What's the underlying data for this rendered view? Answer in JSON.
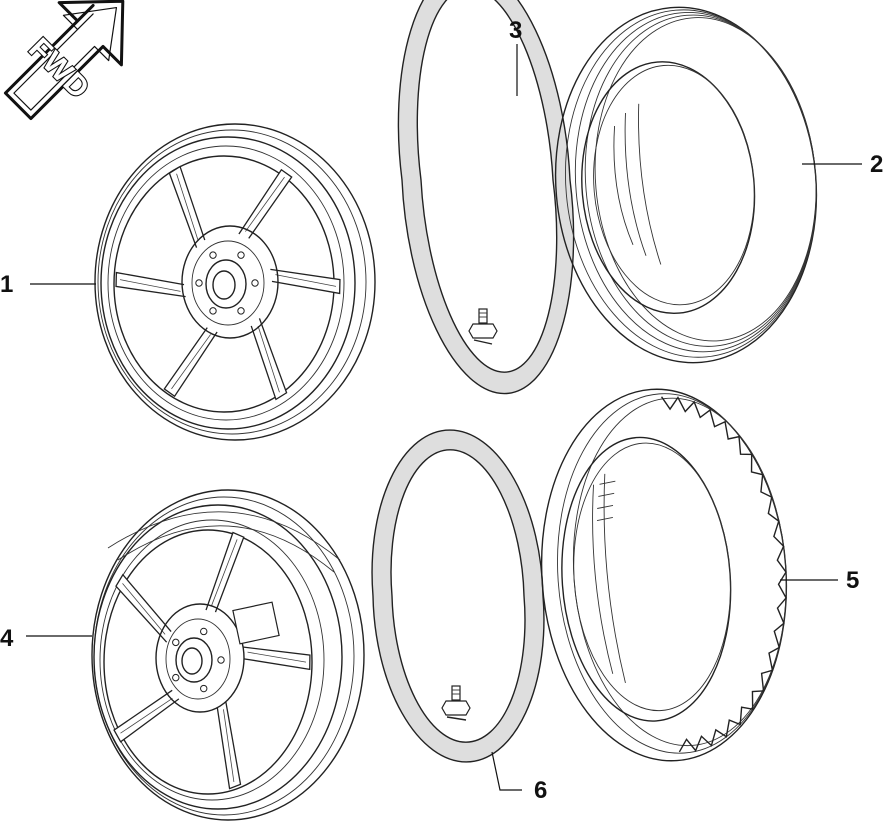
{
  "direction_badge": {
    "label": "FWD"
  },
  "callouts": [
    {
      "id": "1",
      "label": "1",
      "part": "front-wheel-rim"
    },
    {
      "id": "2",
      "label": "2",
      "part": "front-tire"
    },
    {
      "id": "3",
      "label": "3",
      "part": "front-inner-tube"
    },
    {
      "id": "4",
      "label": "4",
      "part": "rear-wheel-rim"
    },
    {
      "id": "5",
      "label": "5",
      "part": "rear-tire"
    },
    {
      "id": "6",
      "label": "6",
      "part": "rear-inner-tube"
    }
  ],
  "colors": {
    "line": "#222222",
    "tube_fill": "#dedede",
    "background": "#ffffff"
  }
}
